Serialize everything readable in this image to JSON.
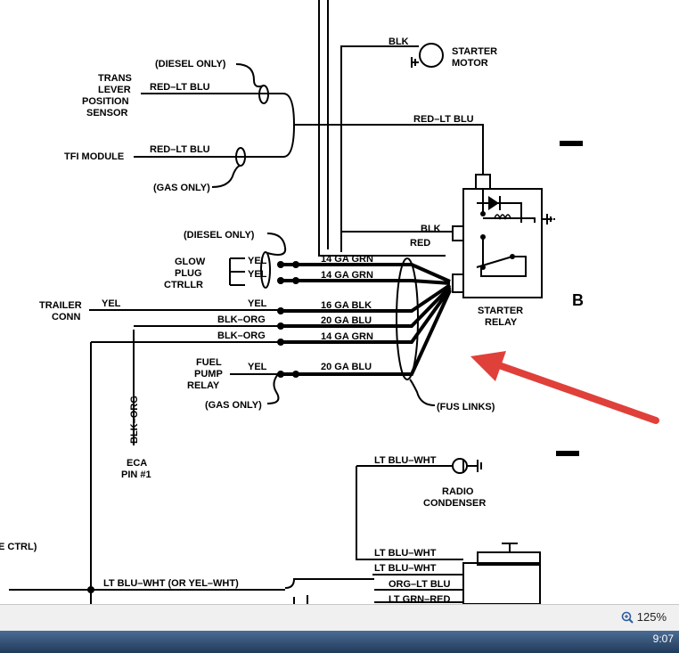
{
  "diagram": {
    "section_letter": "B",
    "labels": {
      "blk_top": "BLK",
      "starter_motor": [
        "STARTER",
        "MOTOR"
      ],
      "diesel_only_1": "(DIESEL ONLY)",
      "trans_lever": [
        "TRANS",
        "LEVER",
        "POSITION",
        "SENSOR"
      ],
      "red_lt_blu_1": "RED–LT BLU",
      "red_lt_blu_top": "RED–LT BLU",
      "tfi_module": "TFI MODULE",
      "red_lt_blu_2": "RED–LT BLU",
      "gas_only_1": "(GAS ONLY)",
      "blk_relay": "BLK",
      "red_relay": "RED",
      "diesel_only_2": "(DIESEL ONLY)",
      "glow_plug": [
        "GLOW",
        "PLUG",
        "CTRLLR"
      ],
      "yel_1": "YEL",
      "yel_2": "YEL",
      "gauge_1": "14 GA GRN",
      "gauge_2": "14 GA GRN",
      "trailer_conn": [
        "TRAILER",
        "CONN"
      ],
      "yel_trailer": "YEL",
      "yel_3": "YEL",
      "gauge_3": "16 GA BLK",
      "blk_org_1": "BLK–ORG",
      "gauge_4": "20 GA BLU",
      "blk_org_2": "BLK–ORG",
      "gauge_5": "14 GA GRN",
      "fuel_pump": [
        "FUEL",
        "PUMP",
        "RELAY"
      ],
      "yel_4": "YEL",
      "gauge_6": "20 GA BLU",
      "gas_only_2": "(GAS ONLY)",
      "fus_links": "(FUS LINKS)",
      "starter_relay": [
        "STARTER",
        "RELAY"
      ],
      "blk_org_vertical": "BLK–ORG",
      "eca_pin": [
        "ECA",
        "PIN #1"
      ],
      "e_ctrl": "E CTRL)",
      "lt_blu_wht_top": "LT BLU–WHT",
      "radio_condenser": [
        "RADIO",
        "CONDENSER"
      ],
      "lt_blu_wht_a": "LT BLU–WHT",
      "lt_blu_wht_b": "LT BLU–WHT",
      "lt_blu_wht_or": "LT BLU–WHT (OR YEL–WHT)",
      "org_lt_blu": "ORG–LT BLU",
      "lt_grn_red": "LT GRN–RED"
    },
    "annotation_color": "#e0403a"
  },
  "viewer": {
    "zoom": "125%"
  },
  "taskbar": {
    "clock": "9:07"
  }
}
